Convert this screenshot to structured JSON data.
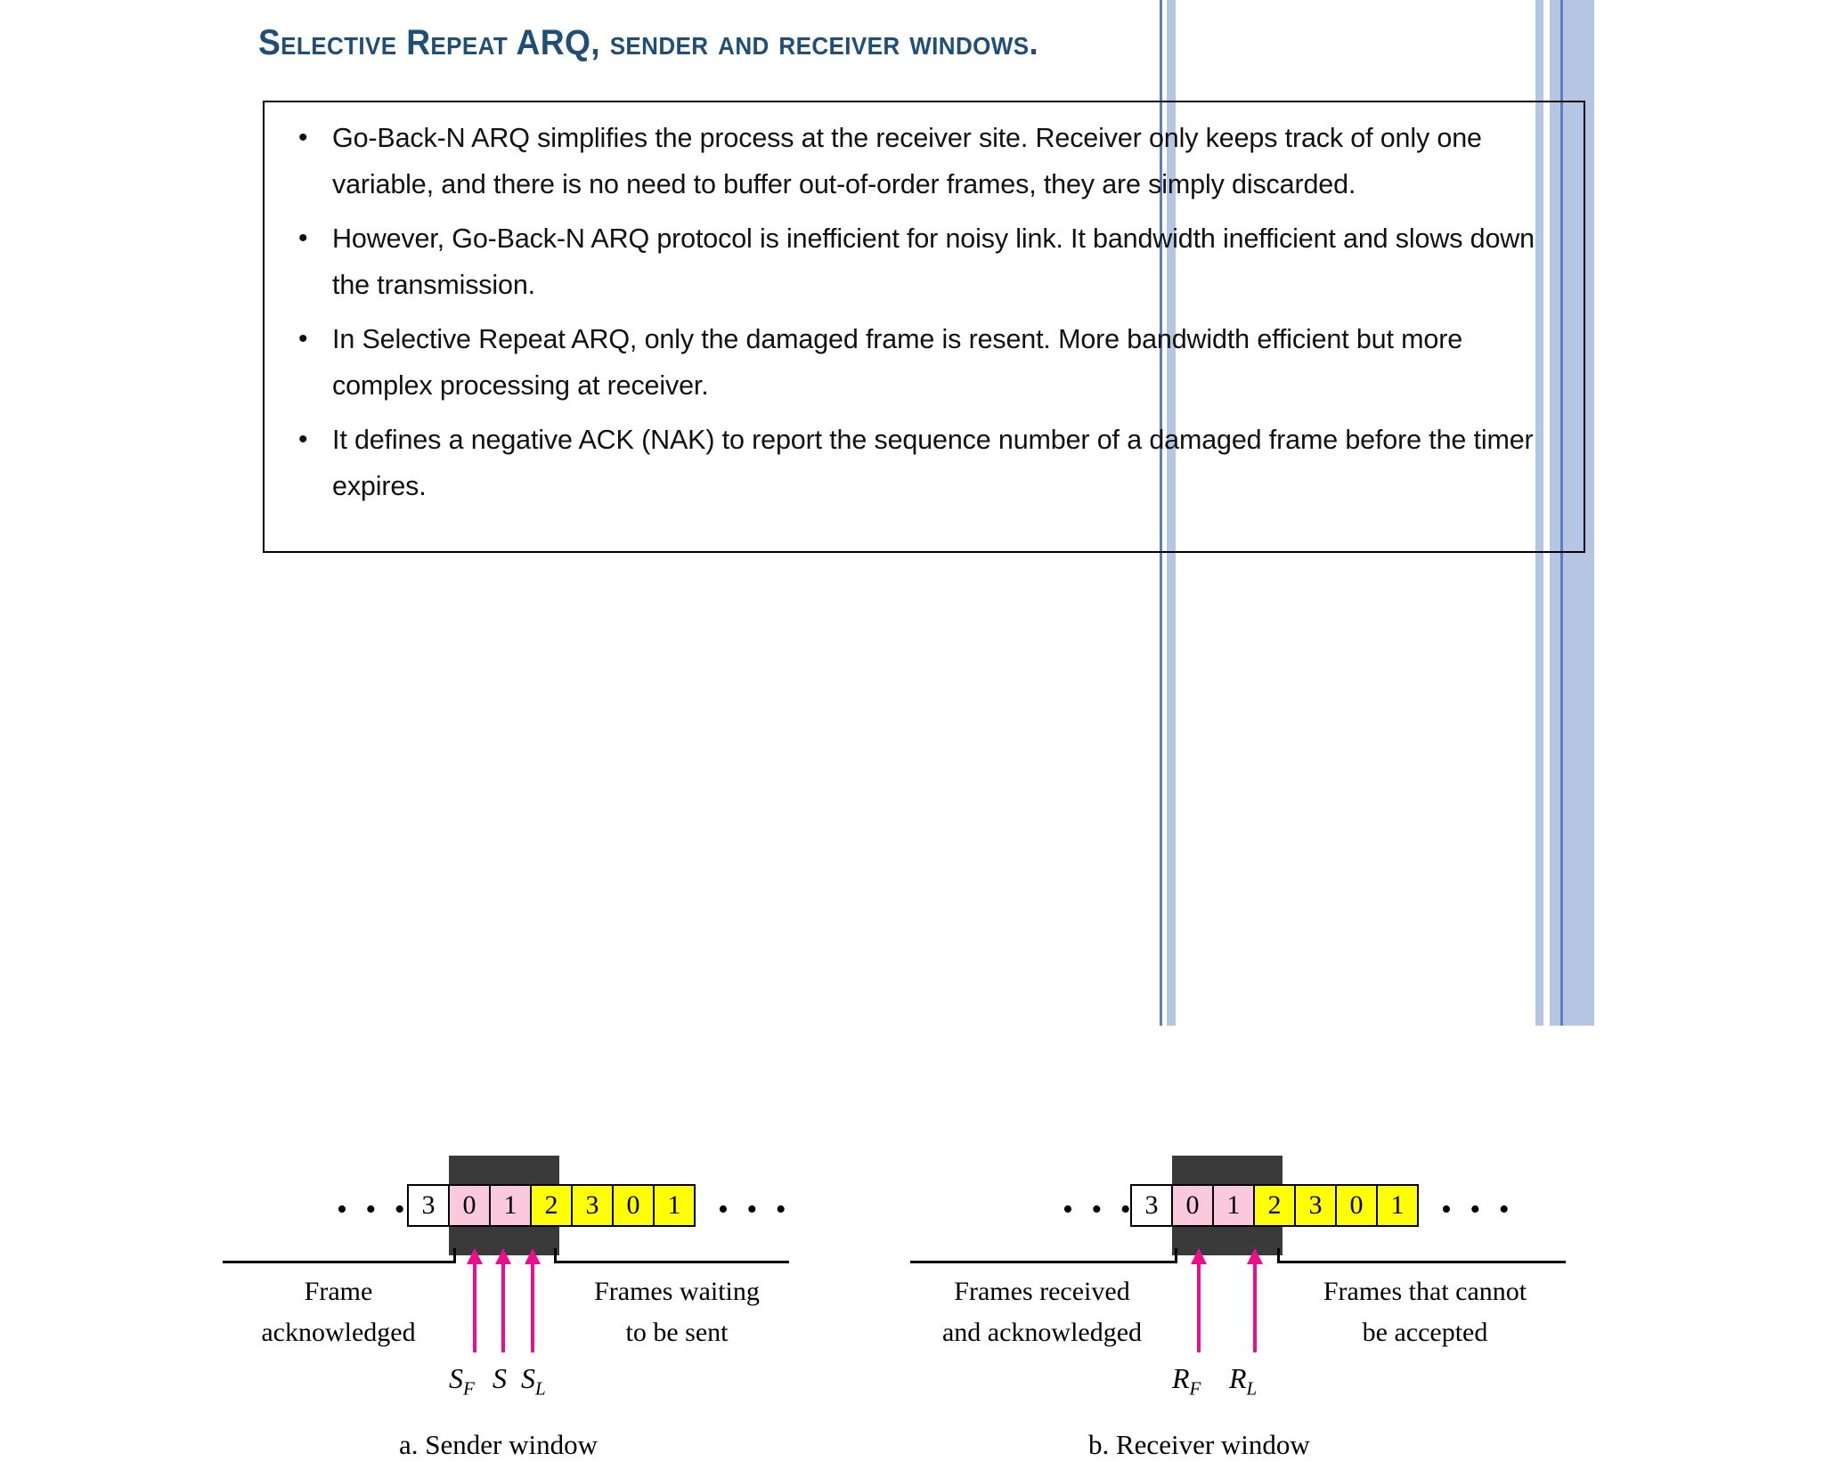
{
  "slide": {
    "title": "Selective Repeat ARQ, sender and receiver windows.",
    "title_color": "#1f4e79",
    "background": "#ffffff"
  },
  "bullets": [
    {
      "marker": "•",
      "text": "Go-Back-N ARQ simplifies the process at the receiver site. Receiver only keeps track of only one variable, and there is no need to buffer out-of-order frames, they are simply discarded."
    },
    {
      "marker": "•",
      "text": "However, Go-Back-N ARQ protocol is inefficient for noisy link. It bandwidth inefficient and slows down the transmission."
    },
    {
      "marker": "•",
      "text": "In Selective Repeat ARQ, only the damaged frame is resent. More bandwidth  efficient but more complex processing at receiver."
    },
    {
      "marker": "•",
      "text": "It defines a negative ACK (NAK) to report the sequence number of a damaged  frame before the timer expires."
    }
  ],
  "figure": {
    "colors": {
      "shade": "#3a3a3a",
      "pink": "#fac9de",
      "yellow": "#ffff00",
      "arrow": "#ec0f8c",
      "outline": "#000000",
      "band": "#b4c6e3"
    },
    "ellipsis": "• • •",
    "sender": {
      "caption": "a. Sender window",
      "cells": [
        {
          "value": "3",
          "fill": "white"
        },
        {
          "value": "0",
          "fill": "pink"
        },
        {
          "value": "1",
          "fill": "pink"
        },
        {
          "value": "2",
          "fill": "yellow"
        },
        {
          "value": "3",
          "fill": "yellow"
        },
        {
          "value": "0",
          "fill": "yellow"
        },
        {
          "value": "1",
          "fill": "yellow"
        }
      ],
      "left_label": "Frame\nacknowledged",
      "right_label": "Frames waiting\nto be sent",
      "pointers": [
        {
          "base": "S",
          "sub": "F"
        },
        {
          "base": "S",
          "sub": ""
        },
        {
          "base": "S",
          "sub": "L"
        }
      ]
    },
    "receiver": {
      "caption": "b. Receiver window",
      "cells": [
        {
          "value": "3",
          "fill": "white"
        },
        {
          "value": "0",
          "fill": "pink"
        },
        {
          "value": "1",
          "fill": "pink"
        },
        {
          "value": "2",
          "fill": "yellow"
        },
        {
          "value": "3",
          "fill": "yellow"
        },
        {
          "value": "0",
          "fill": "yellow"
        },
        {
          "value": "1",
          "fill": "yellow"
        }
      ],
      "left_label": "Frames received\nand acknowledged",
      "right_label": "Frames that cannot\nbe accepted",
      "pointers": [
        {
          "base": "R",
          "sub": "F"
        },
        {
          "base": "R",
          "sub": "L"
        }
      ]
    }
  }
}
